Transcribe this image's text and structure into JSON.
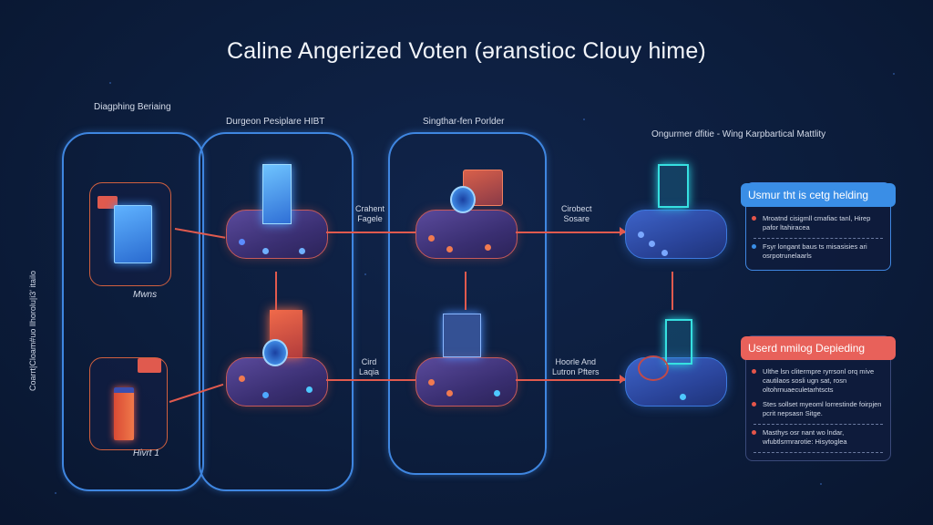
{
  "title": "Caline Angerized Voten (əranstioc Clouy hime)",
  "vertical_label": "Coarrt|Cloam#uo llhorolu|i3' itailo",
  "columns": [
    {
      "label": "Diagphing Beriaing"
    },
    {
      "label": "Durgeon Pesiplare HIBT"
    },
    {
      "label": "Singthar-fen Porlder"
    },
    {
      "label": "Ongurmer dfitie - Wing Karpbartical Mattlity"
    }
  ],
  "source_nodes": [
    {
      "name": "tablet-source",
      "caption": "Mwns"
    },
    {
      "name": "lantern-source",
      "caption": "Hivrt 1"
    }
  ],
  "connection_labels": {
    "top_left": [
      "Crahent",
      "Fagele"
    ],
    "top_right": [
      "Cirobect",
      "Sosare"
    ],
    "bottom_left": [
      "Cird",
      "Laqia"
    ],
    "bottom_right": [
      "Hoorle And",
      "Lutron Pfters"
    ]
  },
  "panels": [
    {
      "header": "Usmur tht is cetg helding",
      "header_color": "#3a8ee6",
      "items": [
        {
          "text": "Mroatnd cisigmll cmafiac tanl, Hirep pafor ltahiracea",
          "bullet": "#e5554a"
        },
        {
          "text": "Fsyr longant baus ts misasisies ari osrpotrunelaarls",
          "bullet": "#3a8ee6"
        }
      ]
    },
    {
      "header": "Userd nmilog Depieding",
      "header_color": "#e8615a",
      "items": [
        {
          "text": "Ulthe lsn clitermpre ryrrsonl orq mive cautilaos sosli ugn sat, rosn oltohrnuaeculetarhtscts",
          "bullet": "#e5554a"
        },
        {
          "text": "Stes sollset myeoml lorrestinde foirpjen pcrit nepsasn Sitge.",
          "bullet": "#e5554a"
        },
        {
          "text": "Masthys osr nant wo lndar, wfubtlsrmrarotie: Hisytoglea",
          "bullet": "#e5554a"
        }
      ]
    }
  ],
  "colors": {
    "background": "#0c1d3c",
    "group_border": "#3f86e0",
    "arrow": "#e05a4e",
    "accent_blue": "#3a8ee6",
    "accent_red": "#e8615a"
  }
}
